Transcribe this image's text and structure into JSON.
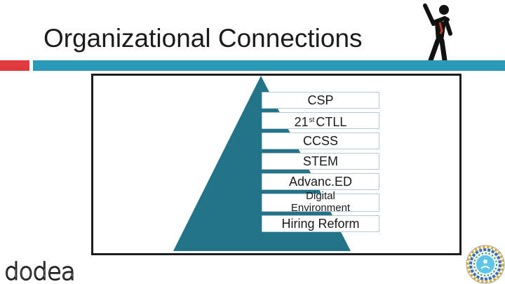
{
  "slide": {
    "title": "Organizational Connections"
  },
  "colors": {
    "accent_red": "#e03a3e",
    "accent_teal": "#2a9ab8",
    "pyramid_fill": "#237389",
    "frame_border": "#1e1e1e",
    "layer_border": "#b9c7d2"
  },
  "pyramid": {
    "layers": [
      {
        "text": "CSP"
      },
      {
        "text_before": "21",
        "superscript": "st",
        "text_after": "CTLL"
      },
      {
        "text": "CCSS"
      },
      {
        "text": "STEM"
      },
      {
        "text": "Advanc.ED"
      },
      {
        "line1": "Digital",
        "line2": "Environment"
      },
      {
        "text": "Hiring Reform"
      }
    ]
  },
  "footer": {
    "logo_text": "dodea",
    "seal_icon": "dodea-seal-icon"
  },
  "icons": {
    "figure": "stick-figure-icon"
  }
}
